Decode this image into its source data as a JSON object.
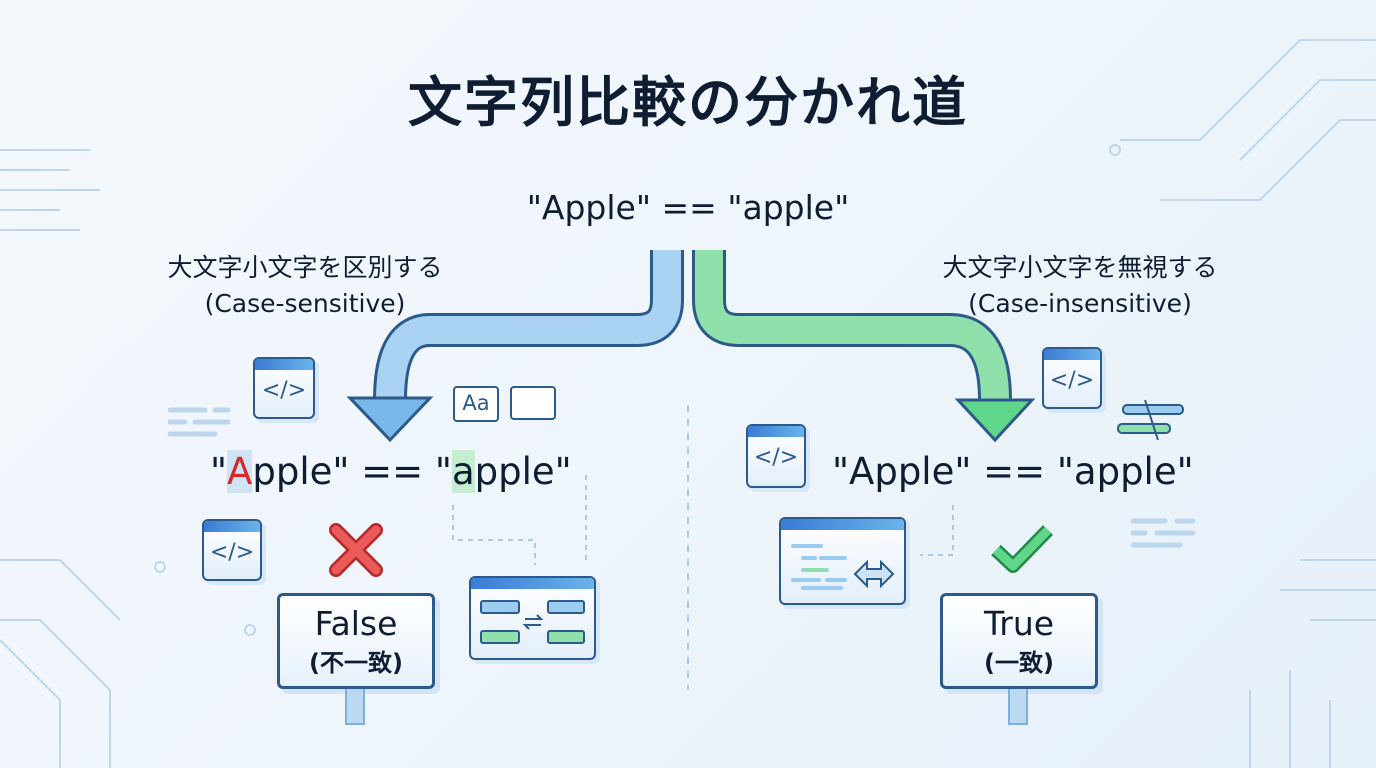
{
  "title": "文字列比較の分かれ道",
  "top_expression": "\"Apple\" == \"apple\"",
  "left": {
    "label_ja": "大文字小文字を区別する",
    "label_en": "(Case-sensitive)",
    "expr_open": "\"",
    "expr_A": "A",
    "expr_mid": "pple\" == \"",
    "expr_a": "a",
    "expr_end": "pple\"",
    "result": "False",
    "result_ja": "(不一致)",
    "aa_icon": "Aa"
  },
  "right": {
    "label_ja": "大文字小文字を無視する",
    "label_en": "(Case-insensitive)",
    "expression": "\"Apple\" == \"apple\"",
    "result": "True",
    "result_ja": "(一致)"
  },
  "code_icon": "</>",
  "colors": {
    "left_arrow": "#5aa3e0",
    "right_arrow": "#5fd68a",
    "false": "#e04848",
    "true": "#3cbf63",
    "text": "#0f1d33"
  }
}
